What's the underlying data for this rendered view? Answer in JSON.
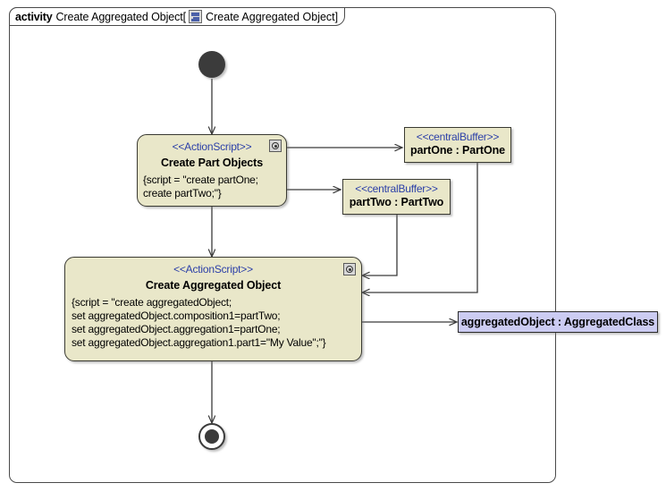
{
  "frame": {
    "keyword": "activity",
    "name": "Create Aggregated Object",
    "bracket_open": "[",
    "tab_icon": "activity-diagram-icon",
    "tab_label": "Create Aggregated Object",
    "bracket_close": "]"
  },
  "nodes": {
    "initial": {
      "label": "initial-node"
    },
    "create_part_objects": {
      "stereotype": "<<ActionScript>>",
      "name": "Create Part Objects",
      "icon": "action-script-icon",
      "script_lines": [
        "{script = \"create partOne;",
        "create partTwo;\"}"
      ]
    },
    "part_one_buffer": {
      "stereotype": "<<centralBuffer>>",
      "name": "partOne : PartOne"
    },
    "part_two_buffer": {
      "stereotype": "<<centralBuffer>>",
      "name": "partTwo : PartTwo"
    },
    "create_aggregated_object": {
      "stereotype": "<<ActionScript>>",
      "name": "Create Aggregated Object",
      "icon": "action-script-icon",
      "script_lines": [
        "{script = \"create aggregatedObject;",
        "set aggregatedObject.composition1=partTwo;",
        "set aggregatedObject.aggregation1=partOne;",
        "set aggregatedObject.aggregation1.part1=\"My Value\";\"}"
      ]
    },
    "aggregated_object": {
      "name": "aggregatedObject : AggregatedClass"
    },
    "final": {
      "label": "activity-final-node"
    }
  },
  "colors": {
    "action_fill": "#e9e7c9",
    "action_border": "#3a3a32",
    "object_fill": "#ccccf2",
    "stereotype_text": "#2b3fa8",
    "edge": "#3a3a3a",
    "frame_border": "#4a4a4a",
    "node_dark": "#3b3b3b"
  },
  "edges": [
    {
      "from": "initial",
      "to": "create_part_objects"
    },
    {
      "from": "create_part_objects",
      "to": "part_one_buffer"
    },
    {
      "from": "create_part_objects",
      "to": "part_two_buffer"
    },
    {
      "from": "create_part_objects",
      "to": "create_aggregated_object"
    },
    {
      "from": "part_two_buffer",
      "to": "create_aggregated_object"
    },
    {
      "from": "part_one_buffer",
      "to": "create_aggregated_object"
    },
    {
      "from": "create_aggregated_object",
      "to": "aggregated_object"
    },
    {
      "from": "create_aggregated_object",
      "to": "final"
    }
  ]
}
